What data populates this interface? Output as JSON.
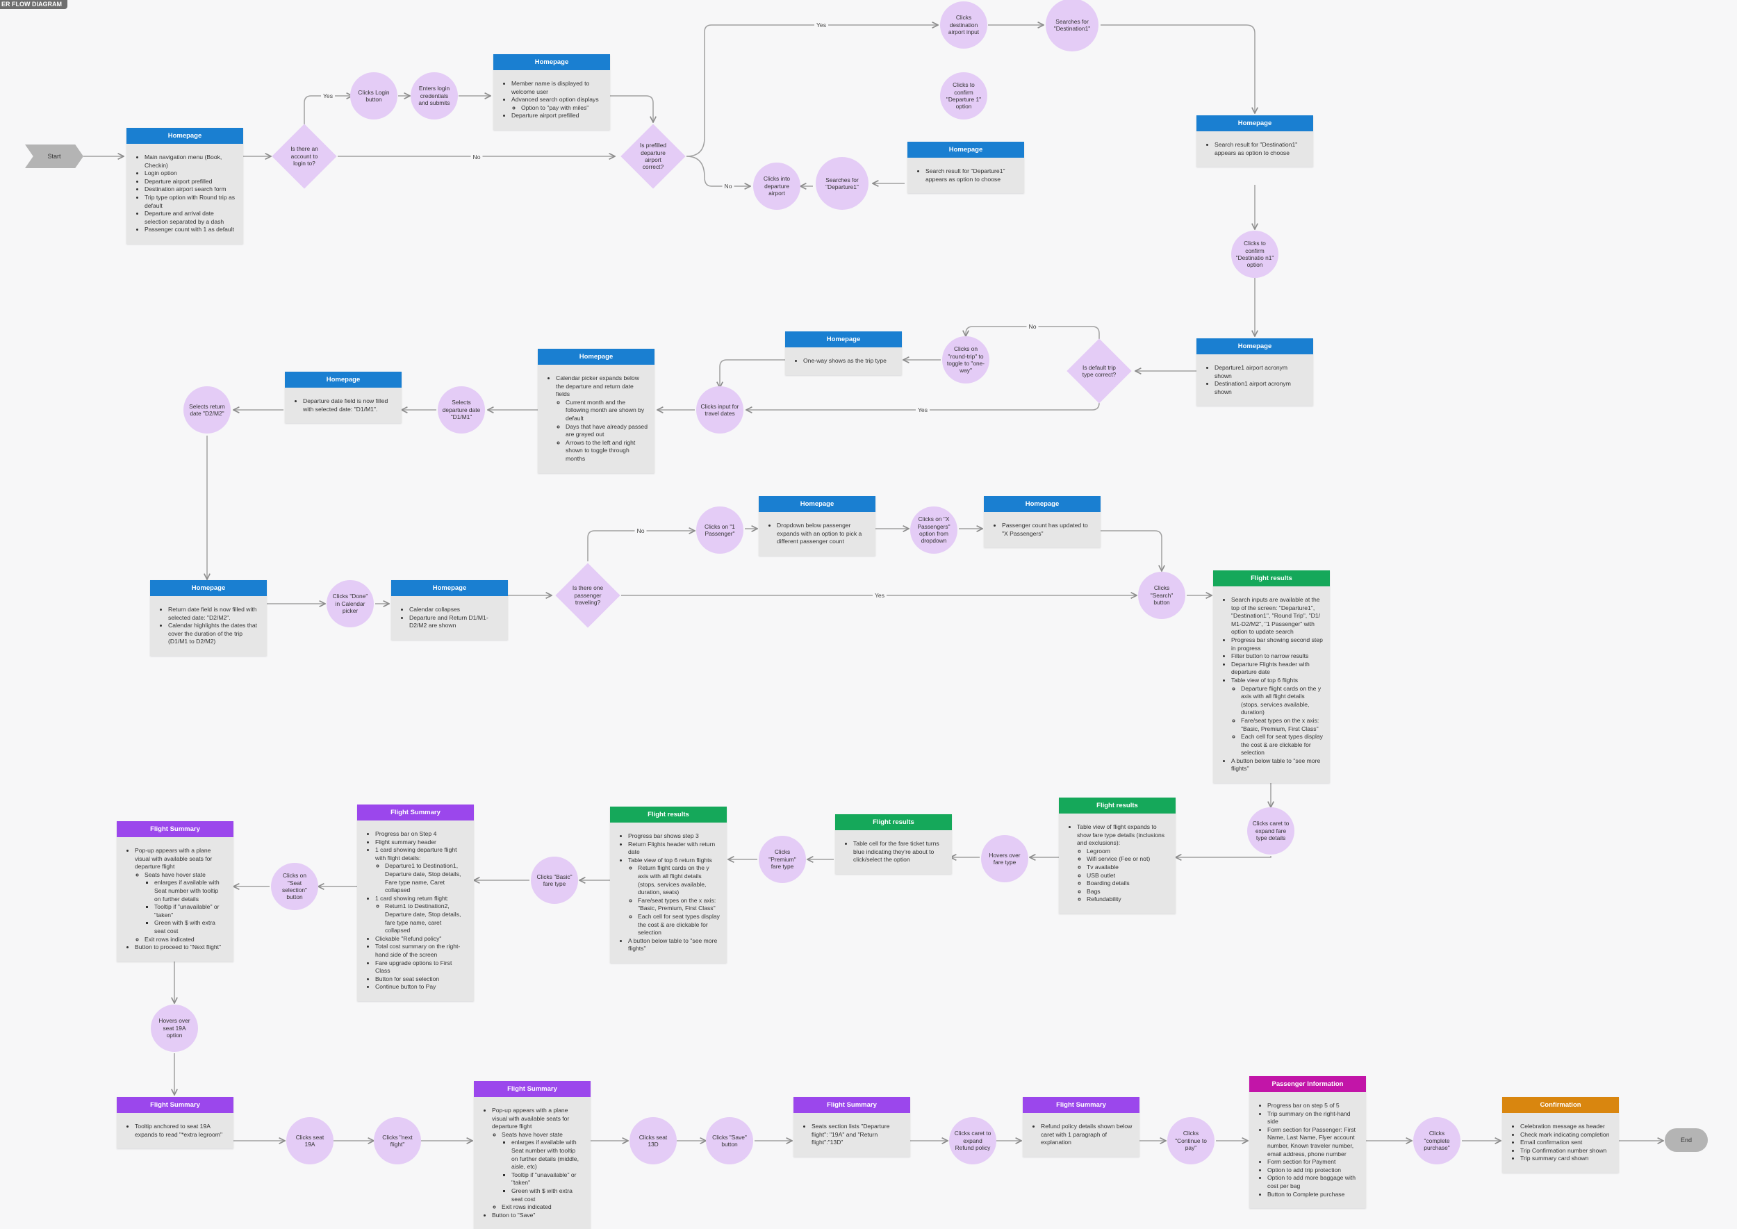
{
  "header": {
    "title": "ER FLOW DIAGRAM"
  },
  "terminals": {
    "start": "Start",
    "end": "End"
  },
  "edges": {
    "yes": "Yes",
    "no": "No"
  },
  "cards": {
    "home1": {
      "title": "Homepage",
      "items": [
        "Main navigation menu (Book, Checkin)",
        "Login option",
        "Departure airport prefilled",
        "Destination airport search form",
        "Trip type option with Round trip as default",
        "Departure and arrival date selection separated by a dash",
        "Passenger count with 1 as default"
      ]
    },
    "home2": {
      "title": "Homepage",
      "items": [
        "Member name is displayed to welcome user",
        "Advanced search option displays"
      ],
      "sub": [
        "Option to \"pay with miles\""
      ],
      "after": [
        "Departure airport prefilled"
      ]
    },
    "home3": {
      "title": "Homepage",
      "items": [
        "Search result for \"Departure1\" appears as option to choose"
      ]
    },
    "home4": {
      "title": "Homepage",
      "items": [
        "Search result for \"Destination1\" appears as option to choose"
      ]
    },
    "home5": {
      "title": "Homepage",
      "items": [
        "Departure1 airport acronym shown",
        "Destination1 airport acronym shown"
      ]
    },
    "home6": {
      "title": "Homepage",
      "items": [
        "One-way shows as the trip type"
      ]
    },
    "home7": {
      "title": "Homepage",
      "items": [
        "Calendar picker expands below the departure and return date fields"
      ],
      "sub": [
        "Current month and the following month are shown by default",
        "Days that have already passed are grayed out",
        "Arrows to the left and right shown to toggle through months"
      ]
    },
    "home8": {
      "title": "Homepage",
      "items": [
        "Departure date field is now filled with selected date: \"D1/M1\"."
      ]
    },
    "home9": {
      "title": "Homepage",
      "items": [
        "Return date field is now filled with selected date: \"D2/M2\".",
        "Calendar highlights the dates that cover the duration of the trip (D1/M1 to D2/M2)"
      ]
    },
    "home10": {
      "title": "Homepage",
      "items": [
        "Calendar collapses",
        "Departure and Return D1/M1-D2/M2 are shown"
      ]
    },
    "home11": {
      "title": "Homepage",
      "items": [
        "Dropdown below passenger expands with an option to pick a different passenger count"
      ]
    },
    "home12": {
      "title": "Homepage",
      "items": [
        "Passenger count has updated to \"X Passengers\""
      ]
    },
    "fr1": {
      "title": "Flight results",
      "items": [
        "Search inputs are available at the top of the screen: \"Departure1\", \"Destination1\", \"Round Trip\", \"D1/ M1-D2/M2\", \"1 Passenger\" with option to update search",
        "Progress bar showing second step in progress",
        "Filter button to narrow results",
        "Departure Flights header with departure date",
        "Table view of top 6 flights"
      ],
      "sub": [
        "Departure flight cards on the y axis with all flight details (stops, services available, duration)",
        "Fare/seat types on the x axis: \"Basic, Premium, First Class\"",
        "Each cell for seat types display the cost & are clickable for selection"
      ],
      "after": [
        "A button below table to \"see more flights\""
      ]
    },
    "fr2": {
      "title": "Flight results",
      "items": [
        "Table view of flight expands to show fare type details (inclusions and exclusions):"
      ],
      "sub": [
        "Legroom",
        "Wifi service (Fee or not)",
        "Tv available",
        "USB outlet",
        "Boarding details",
        "Bags",
        "Refundability"
      ]
    },
    "fr3": {
      "title": "Flight results",
      "items": [
        "Table cell for the fare ticket turns blue indicating they're about to click/select the option"
      ]
    },
    "fr4": {
      "title": "Flight results",
      "items": [
        "Progress bar shows step 3",
        "Return Flights header with return date",
        "Table view of top 6 return flights"
      ],
      "sub": [
        "Return flight cards on the y axis with all flight details (stops, services available, duration, seats)",
        "Fare/seat types on the x axis: \"Basic, Premium, First Class\"",
        "Each cell for seat types display the cost & are clickable for selection"
      ],
      "after": [
        "A button below table to \"see more flights\""
      ]
    },
    "fs1": {
      "title": "Flight Summary",
      "items": [
        "Progress bar on Step 4",
        "Flight summary header",
        "1 card showing departure flight with flight details:"
      ],
      "sub": [
        "Departure1 to Destination1, Departure date, Stop details, Fare type name, Caret collapsed"
      ],
      "mid": [
        "1 card showing return flight:"
      ],
      "sub2": [
        "Return1 to Destination2, Departure date, Stop details, fare type name, caret collapsed"
      ],
      "after": [
        "Clickable \"Refund policy\"",
        "Total cost summary on the right-hand side of the screen",
        "Fare upgrade options to First Class",
        "Button for seat selection",
        "Continue button to Pay"
      ]
    },
    "fs2": {
      "title": "Flight Summary",
      "items": [
        "Pop-up appears with a plane visual with available seats for departure flight"
      ],
      "sub": [
        "Seats have hover state"
      ],
      "subsub": [
        "enlarges if available with Seat number with tooltip on further details",
        "Tooltip if \"unavailable\" or \"taken\"",
        "Green with $ with extra seat cost"
      ],
      "sub3": [
        "Exit rows indicated"
      ],
      "after": [
        "Button to proceed to \"Next flight\""
      ]
    },
    "fs3": {
      "title": "Flight Summary",
      "items": [
        "Tooltip anchored to seat 19A expands to read \"*extra legroom\""
      ]
    },
    "fs4": {
      "title": "Flight Summary",
      "items": [
        "Pop-up appears with a plane visual with available seats for departure flight"
      ],
      "sub": [
        "Seats have hover state"
      ],
      "subsub": [
        "enlarges if available with Seat number with tooltip on further details (middle, aisle, etc)",
        "Tooltip if \"unavailable\" or \"taken\"",
        "Green with $ with extra seat cost"
      ],
      "sub3": [
        "Exit rows indicated"
      ],
      "after": [
        "Button to \"Save\""
      ]
    },
    "fs5": {
      "title": "Flight Summary",
      "items": [
        "Seats section lists \"Departure flight\": \"19A\" and \"Return flight\":\"13D\""
      ]
    },
    "fs6": {
      "title": "Flight Summary",
      "items": [
        "Refund policy details shown below caret with 1 paragraph of explanation"
      ]
    },
    "pi": {
      "title": "Passenger Information",
      "items": [
        "Progress bar on step 5 of 5",
        "Trip summary on the right-hand side",
        "Form section for Passenger: First Name, Last Name, Flyer account number, Known traveler number, email address, phone number",
        "Form section for Payment",
        "Option to add trip protection",
        "Option to add more baggage with cost per bag",
        "Button to Complete purchase"
      ]
    },
    "conf": {
      "title": "Confirmation",
      "items": [
        "Celebration message as header",
        "Check mark indicating completion",
        "Email confirmation sent",
        "Trip Confirmation number shown",
        "Trip summary card shown"
      ]
    }
  },
  "circles": {
    "c_login": "Clicks Login button",
    "c_creds": "Enters login credentials and submits",
    "c_dest_in": "Clicks destination airport input",
    "c_search_dest": "Searches for \"Destination1\"",
    "c_confirm_dep": "Clicks to confirm \"Departure 1\" option",
    "c_into_dep": "Clicks into departure airport",
    "c_search_dep": "Searches for \"Departure1\"",
    "c_confirm_dest": "Clicks to confirm \"Destinatio n1\" option",
    "c_roundtrip": "Clicks on \"round-trip\" to toggle to \"one-way\"",
    "c_travel": "Clicks input for travel dates",
    "c_dep_date": "Selects departure date \"D1/M1\"",
    "c_ret_date": "Selects return date \"D2/M2\"",
    "c_done": "Clicks \"Done\" in Calendar picker",
    "c_1pass": "Clicks on \"1 Passenger\"",
    "c_xpass": "Clicks on \"X Passengers\" option from dropdown",
    "c_search": "Clicks \"Search\" button",
    "c_caret": "Clicks caret to expand fare type details",
    "c_hover_fare": "Hovers over fare type",
    "c_premium": "Clicks \"Premium\" fare type",
    "c_basic": "Clicks \"Basic\" fare type",
    "c_seatsel": "Clicks on \"Seat selection\" button",
    "c_hover19": "Hovers over seat 19A option",
    "c_seat19": "Clicks seat 19A",
    "c_next": "Clicks \"next flight\"",
    "c_seat13": "Clicks seat 13D",
    "c_save": "Clicks \"Save\" button",
    "c_refund": "Clicks caret to expand Refund policy",
    "c_continue": "Clicks \"Continue to pay\"",
    "c_complete": "Clicks \"complete purchase\""
  },
  "diamonds": {
    "d_account": "Is there an account to login to?",
    "d_prefilled": "Is prefilled departure airport correct?",
    "d_triptype": "Is default trip type correct?",
    "d_onepass": "Is there one passenger traveling?"
  },
  "colors": {
    "blue": "#1a7fd1",
    "green": "#15a85a",
    "purple": "#9b47ec",
    "magenta": "#c215a8",
    "orange": "#d9860f",
    "node": "#e4ccf6",
    "edge": "#9a9a9a"
  }
}
